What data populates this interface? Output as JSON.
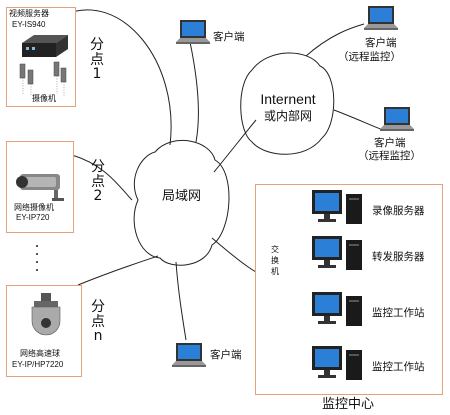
{
  "colors": {
    "line": "#222222",
    "box_border": "#e6a07a",
    "screen": "#2b7fd6",
    "tower": "#1a1a1a"
  },
  "branches": [
    {
      "device_title": "视频服务器",
      "device_model": "EY-IS940",
      "sub_device": "摄像机",
      "point_label": "分点1"
    },
    {
      "device_title": "网络摄像机",
      "device_model": "EY-IP720",
      "point_label": "分点2"
    },
    {
      "device_title": "网络高速球",
      "device_model": "EY-IP/HP7220",
      "point_label": "分点n"
    }
  ],
  "lan_label": "局域网",
  "internet_label_1": "Internent",
  "internet_label_2": "或内部网",
  "clients": {
    "top": "客户端",
    "bottom": "客户端",
    "remote_1_line1": "客户端",
    "remote_1_line2": "（远程监控）",
    "remote_2_line1": "客户端",
    "remote_2_line2": "（远程监控）"
  },
  "switch_label": "交换机",
  "monitor_center": {
    "title": "监控中心",
    "servers": [
      "录像服务器",
      "转发服务器",
      "监控工作站",
      "监控工作站"
    ]
  }
}
